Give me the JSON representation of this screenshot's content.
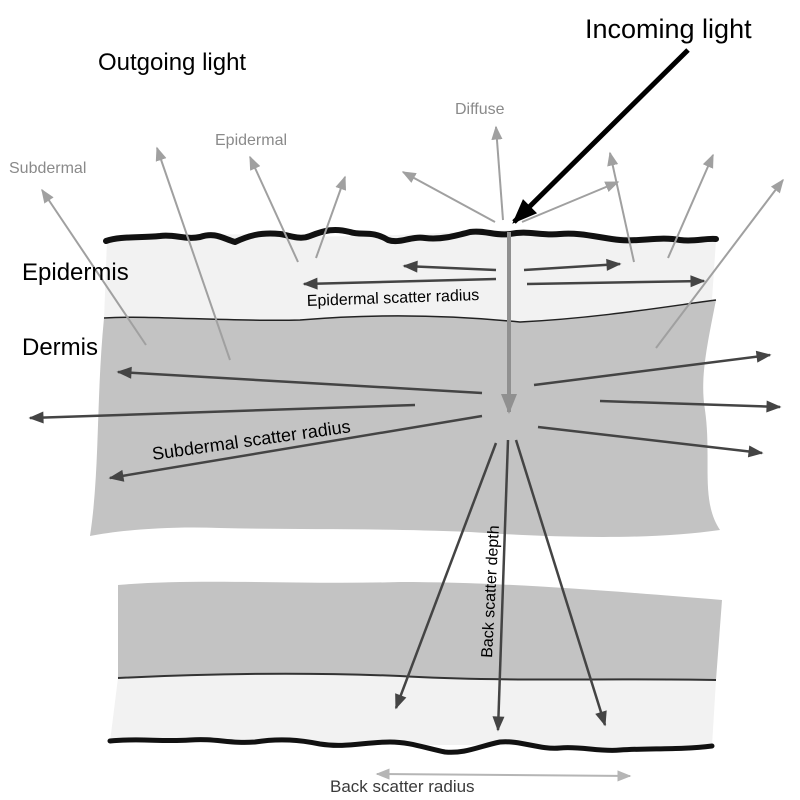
{
  "labels": {
    "incoming_light": "Incoming light",
    "outgoing_light": "Outgoing light",
    "diffuse": "Diffuse",
    "epidermal": "Epidermal",
    "subdermal": "Subdermal",
    "epidermis": "Epidermis",
    "dermis": "Dermis",
    "epidermal_scatter_radius": "Epidermal scatter radius",
    "subdermal_scatter_radius": "Subdermal scatter radius",
    "back_scatter_depth": "Back scatter depth",
    "back_scatter_radius": "Back scatter radius"
  },
  "colors": {
    "epidermis_fill": "#f2f2f2",
    "dermis_fill": "#c3c3c3",
    "surface_line": "#111111",
    "outgoing_arrow": "#a0a0a0",
    "scatter_arrow": "#444444",
    "incoming_arrow": "#000000"
  }
}
